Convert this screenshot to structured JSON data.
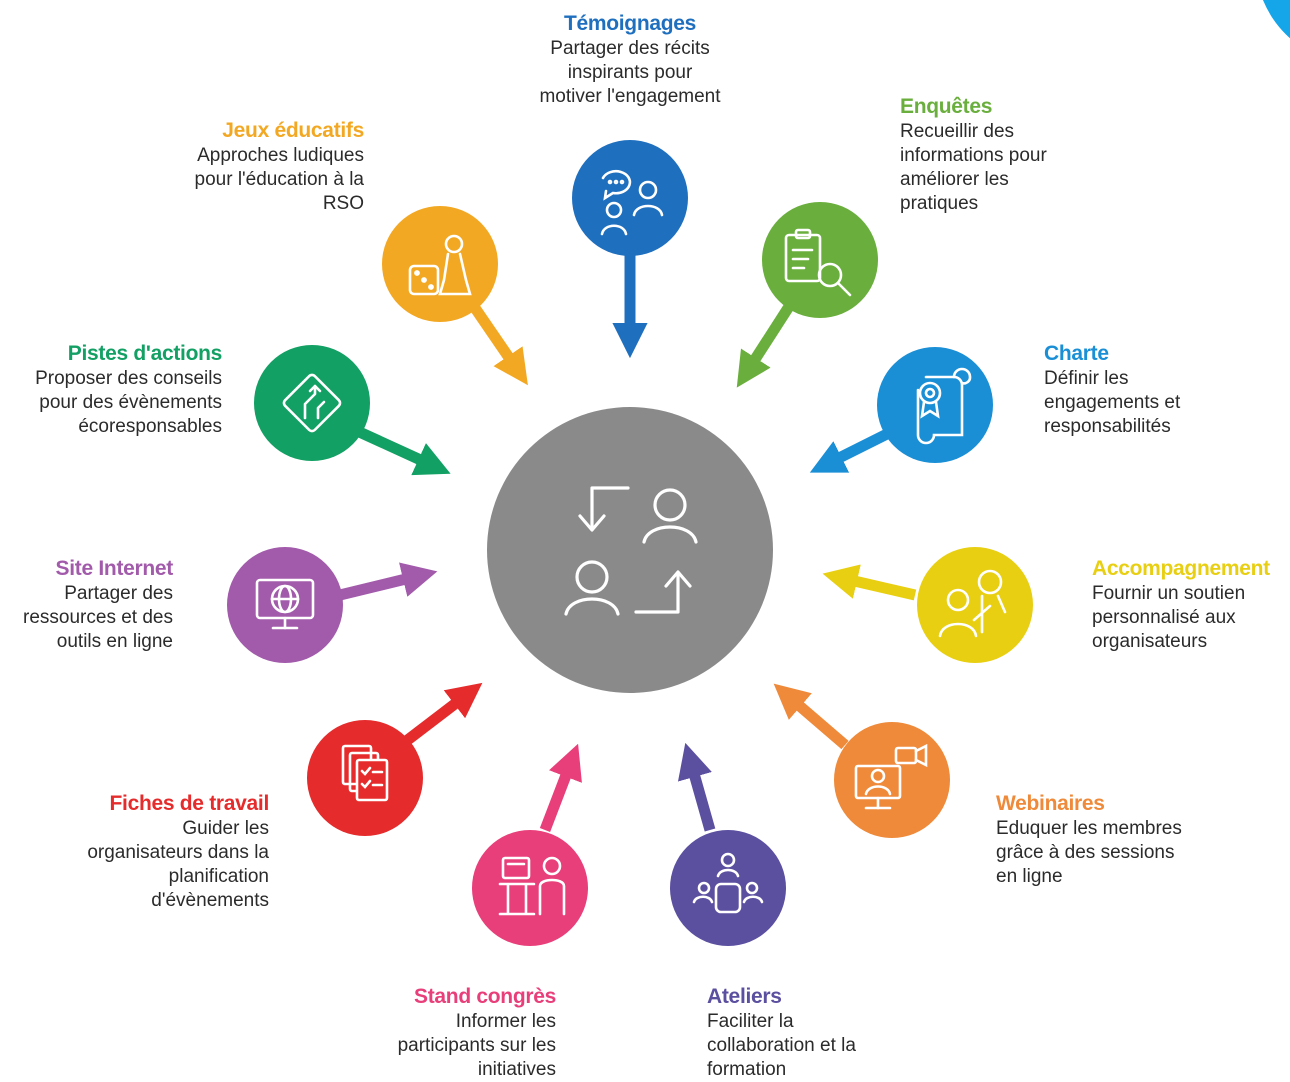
{
  "center": {
    "icon": "collaboration-exchange-icon",
    "color": "#8a8a8a"
  },
  "items": [
    {
      "key": "temoignages",
      "title": "Témoignages",
      "description": "Partager des récits\ninspirants pour\nmotiver l'engagement",
      "color": "#1f6fbf",
      "icon": "chat-people-icon"
    },
    {
      "key": "enquetes",
      "title": "Enquêtes",
      "description": "Recueillir des\ninformations pour\naméliorer les\npratiques",
      "color": "#6aaf3d",
      "icon": "clipboard-search-icon"
    },
    {
      "key": "charte",
      "title": "Charte",
      "description": "Définir les\nengagements et\nresponsabilités",
      "color": "#1a8fd6",
      "icon": "certificate-scroll-icon"
    },
    {
      "key": "accompagnement",
      "title": "Accompagnement",
      "description": "Fournir un soutien\npersonnalisé aux\norganisateurs",
      "color": "#e8cf12",
      "icon": "support-people-icon"
    },
    {
      "key": "webinaires",
      "title": "Webinaires",
      "description": "Eduquer les membres\ngrâce à des sessions\nen ligne",
      "color": "#ee8a3a",
      "icon": "video-conference-icon"
    },
    {
      "key": "ateliers",
      "title": "Ateliers",
      "description": "Faciliter la\ncollaboration et la\nformation",
      "color": "#5b4fa0",
      "icon": "workshop-table-icon"
    },
    {
      "key": "stand",
      "title": "Stand congrès",
      "description": "Informer les\nparticipants sur les\ninitiatives",
      "color": "#e83e7a",
      "icon": "booth-person-icon"
    },
    {
      "key": "fiches",
      "title": "Fiches de travail",
      "description": "Guider les\norganisateurs dans la\nplanification\nd'évènements",
      "color": "#e52b2b",
      "icon": "worksheets-icon"
    },
    {
      "key": "site",
      "title": "Site Internet",
      "description": "Partager des\nressources et des\noutils en ligne",
      "color": "#a25aab",
      "icon": "globe-monitor-icon"
    },
    {
      "key": "pistes",
      "title": "Pistes d'actions",
      "description": "Proposer des conseils\npour des évènements\nécoresponsables",
      "color": "#13a064",
      "icon": "road-sign-icon"
    },
    {
      "key": "jeux",
      "title": "Jeux éducatifs",
      "description": "Approches ludiques\npour l'éducation à la\nRSO",
      "color": "#f3a823",
      "icon": "dice-pawn-icon"
    }
  ],
  "corner_accent": "#14a6e8"
}
